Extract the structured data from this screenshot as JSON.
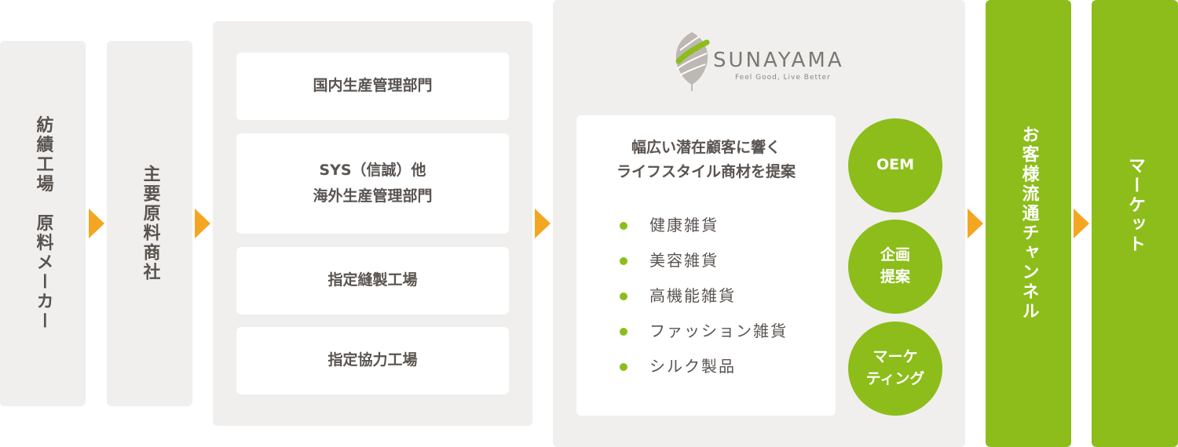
{
  "stage1": {
    "label": "紡績工場　原料メーカー"
  },
  "stage2": {
    "label": "主要原料商社"
  },
  "production": {
    "items": [
      {
        "line1": "国内生産管理部門",
        "line2": ""
      },
      {
        "line1": "SYS（信誠）他",
        "line2": "海外生産管理部門"
      },
      {
        "line1": "指定縫製工場",
        "line2": ""
      },
      {
        "line1": "指定協力工場",
        "line2": ""
      }
    ]
  },
  "sunayama": {
    "brand": "SUNAYAMA",
    "tagline": "Feel Good, Live Better",
    "headline_line1": "幅広い潜在顧客に響く",
    "headline_line2": "ライフスタイル商材を提案",
    "products": [
      "健康雑貨",
      "美容雑貨",
      "高機能雑貨",
      "ファッション雑貨",
      "シルク製品"
    ],
    "services": [
      {
        "line1": "OEM",
        "line2": ""
      },
      {
        "line1": "企画",
        "line2": "提案"
      },
      {
        "line1": "マーケ",
        "line2": "ティング"
      }
    ]
  },
  "channel": {
    "label": "お客様流通チャンネル"
  },
  "market": {
    "label": "マーケット"
  },
  "colors": {
    "accent_green": "#8cbd1a",
    "arrow_orange": "#f4a623",
    "panel_gray": "#f0efee",
    "text": "#5a5450"
  }
}
